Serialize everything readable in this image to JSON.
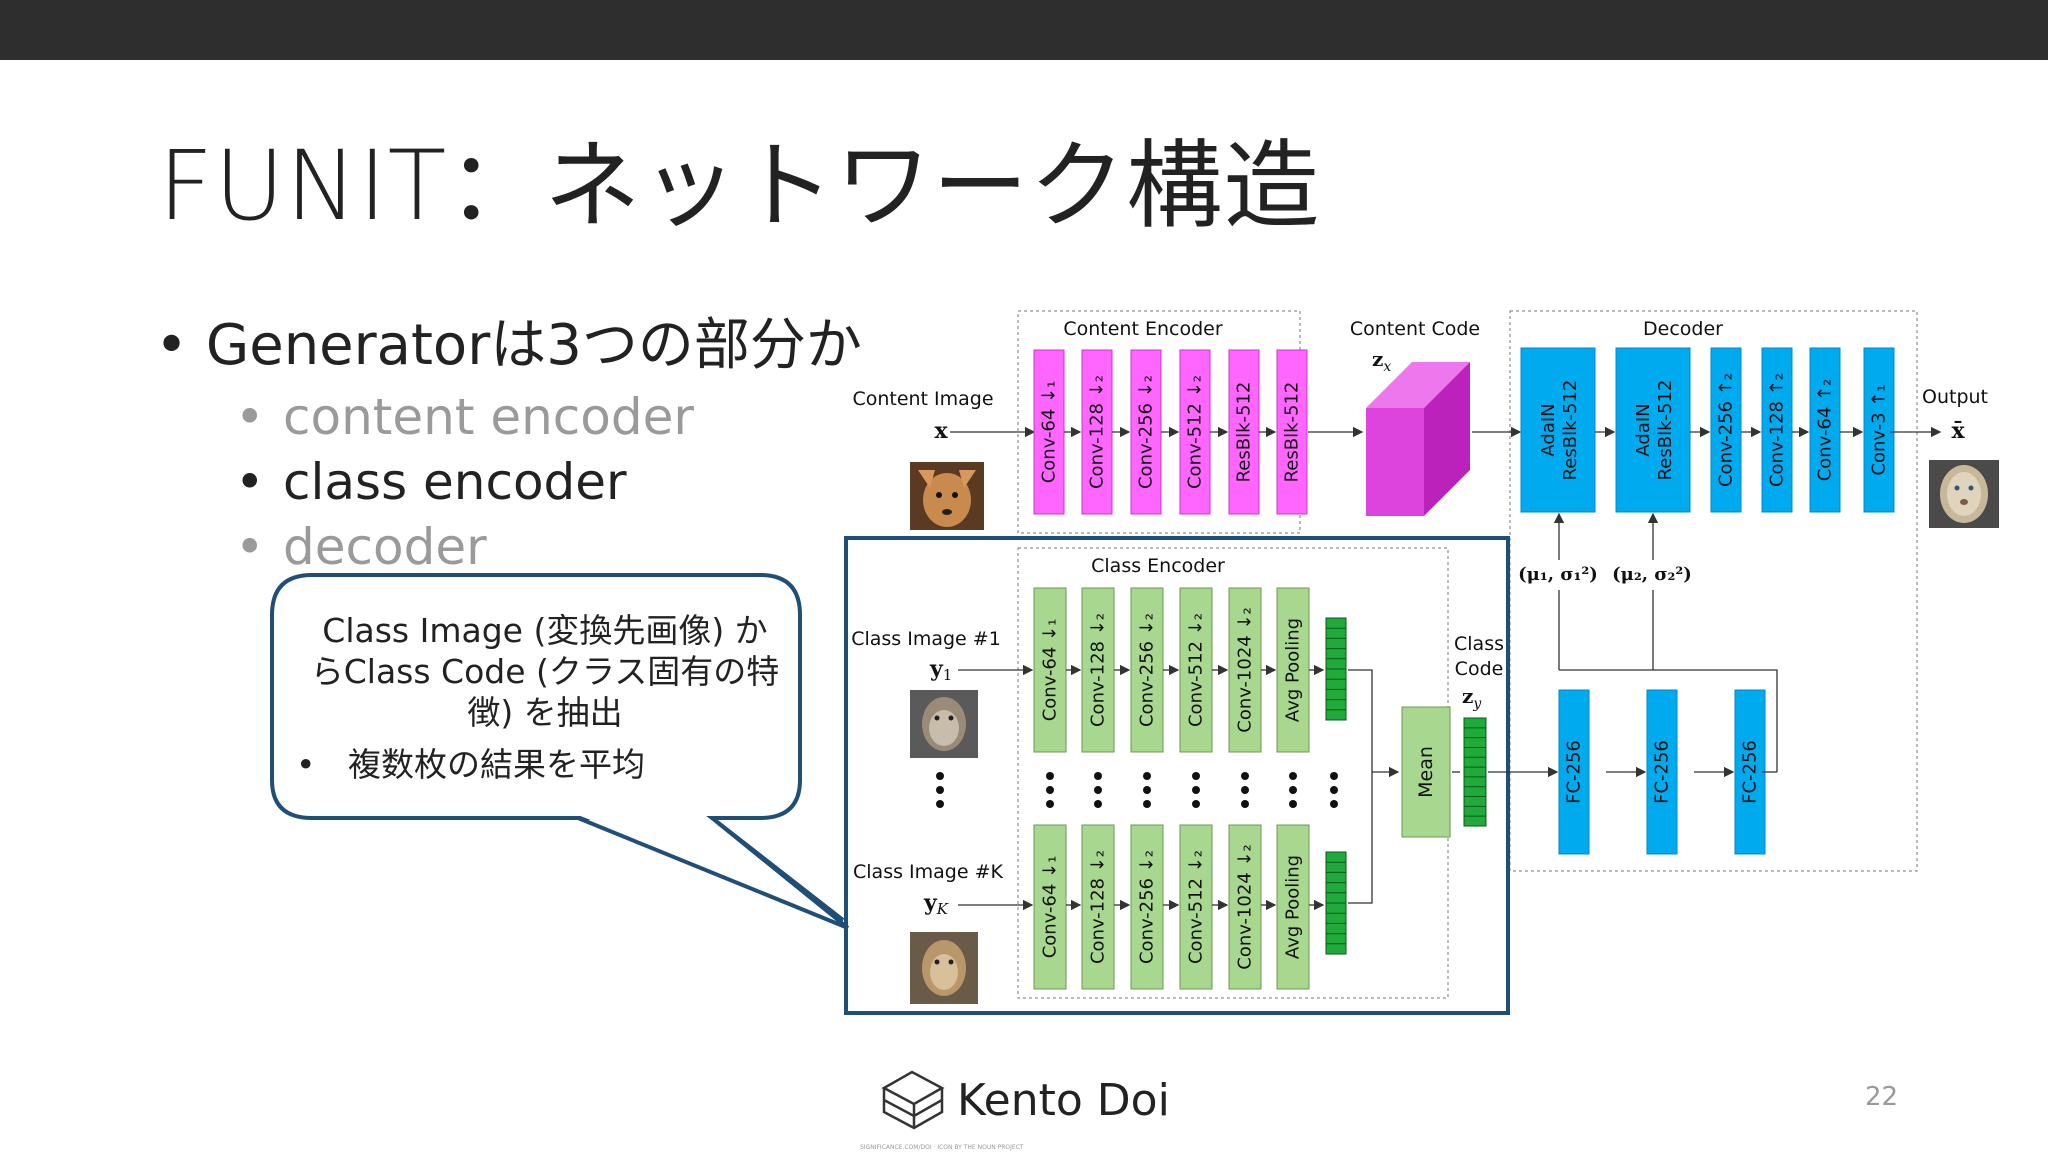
{
  "slide": {
    "title": "FUNIT：ネットワーク構造",
    "bullets": {
      "main": "Generatorは3つの部分か",
      "items": [
        {
          "text": "content encoder"
        },
        {
          "text": "class encoder"
        },
        {
          "text": "decoder"
        }
      ]
    },
    "page_number": "22"
  },
  "callout": {
    "line1": "Class Image (変換先画像) か",
    "line2": "らClass Code (クラス固有の特",
    "line3": "徴) を抽出",
    "bullet": "複数枚の結果を平均"
  },
  "footer": {
    "name": "Kento Doi",
    "small": "SIGNIFICANCE.COM/DOI · ICON BY THE NOUN PROJECT"
  },
  "diagram": {
    "content_encoder_label": "Content Encoder",
    "content_code_label": "Content Code",
    "content_code_symbol": "z",
    "content_code_sub": "x",
    "decoder_label": "Decoder",
    "class_encoder_label": "Class Encoder",
    "content_image_label": "Content Image",
    "content_image_symbol": "x",
    "output_label": "Output",
    "output_symbol": "x̄",
    "class_image_1_label": "Class Image #1",
    "class_image_1_symbol": "y",
    "class_image_1_sub": "1",
    "class_image_k_label": "Class Image #K",
    "class_image_k_symbol": "y",
    "class_image_k_sub": "K",
    "class_code_label_1": "Class",
    "class_code_label_2": "Code",
    "class_code_symbol": "z",
    "class_code_sub": "y",
    "mean_label": "Mean",
    "param1": "(μ₁, σ₁²)",
    "param2": "(μ₂, σ₂²)",
    "content_encoder_blocks": [
      "Conv-64 ↓₁",
      "Conv-128 ↓₂",
      "Conv-256 ↓₂",
      "Conv-512 ↓₂",
      "ResBlk-512",
      "ResBlk-512"
    ],
    "class_encoder_blocks": [
      "Conv-64 ↓₁",
      "Conv-128 ↓₂",
      "Conv-256 ↓₂",
      "Conv-512 ↓₂",
      "Conv-1024 ↓₂",
      "Avg Pooling"
    ],
    "decoder_blocks": [
      "AdaIN ResBlk-512",
      "AdaIN ResBlk-512",
      "Conv-256 ↑₂",
      "Conv-128 ↑₂",
      "Conv-64 ↑₂",
      "Conv-3 ↑₁"
    ],
    "fc_blocks": [
      "FC-256",
      "FC-256",
      "FC-256"
    ],
    "colors": {
      "content_encoder": "#ff66ff",
      "content_code": "#dd44dd",
      "class_encoder": "#a8d890",
      "class_code": "#1faa3a",
      "decoder": "#00aaee",
      "highlight_border": "#1f4e79"
    }
  }
}
